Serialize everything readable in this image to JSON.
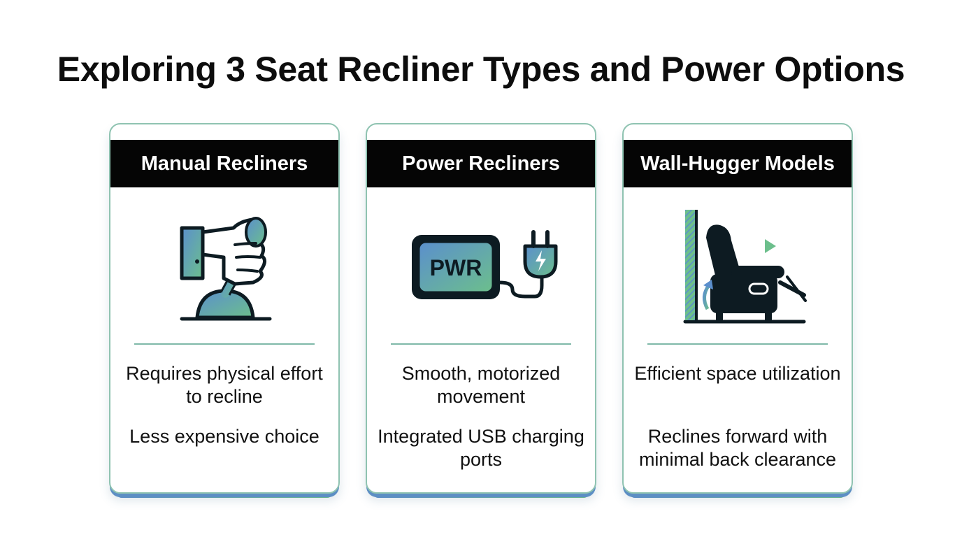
{
  "title": "Exploring 3 Seat Recliner Types and Power Options",
  "cards": [
    {
      "heading": "Manual Recliners",
      "icon": "hand-lever-icon",
      "points": [
        "Requires physical effort to recline",
        "Less expensive choice"
      ]
    },
    {
      "heading": "Power Recliners",
      "icon": "power-plug-icon",
      "icon_label": "PWR",
      "points": [
        "Smooth, motorized movement",
        "Integrated USB charging ports"
      ]
    },
    {
      "heading": "Wall-Hugger Models",
      "icon": "wall-recliner-icon",
      "points": [
        "Efficient space utilization",
        "Reclines forward with minimal back clearance"
      ]
    }
  ],
  "colors": {
    "accent_blue": "#5b8fcd",
    "accent_green": "#6cbf8c",
    "header_bg": "#050505",
    "icon_dark": "#0d1b22"
  }
}
